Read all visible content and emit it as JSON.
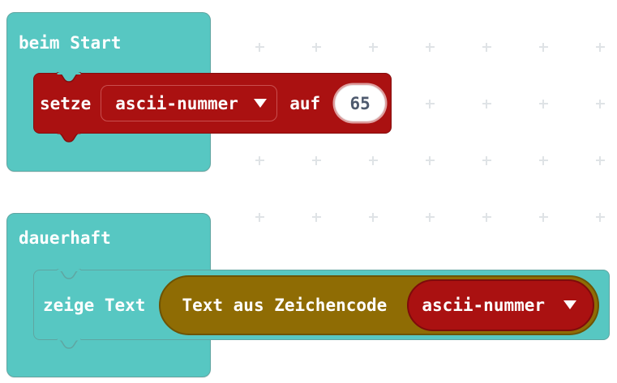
{
  "app": {
    "name": "MakeCode Blockeditor",
    "language": "de"
  },
  "palette": {
    "basic_block_teal": "#57c7c2",
    "basic_block_border": "#5fa5a1",
    "variables_block_red": "#aa1111",
    "variables_block_border": "#840d0d",
    "text_block_olive": "#8f6c04",
    "text_block_border": "#6d5304",
    "number_value_text": "#4e5a6e",
    "grid_cross": "#dfe3e6"
  },
  "blocks": {
    "on_start": {
      "label": "beim Start"
    },
    "set_variable": {
      "keyword_set": "setze",
      "variable_name": "ascii-nummer",
      "keyword_to": "auf",
      "value": "65"
    },
    "forever": {
      "label": "dauerhaft"
    },
    "show_text": {
      "label": "zeige Text"
    },
    "text_from_char_code": {
      "label": "Text aus Zeichencode",
      "variable_name": "ascii-nummer"
    }
  }
}
